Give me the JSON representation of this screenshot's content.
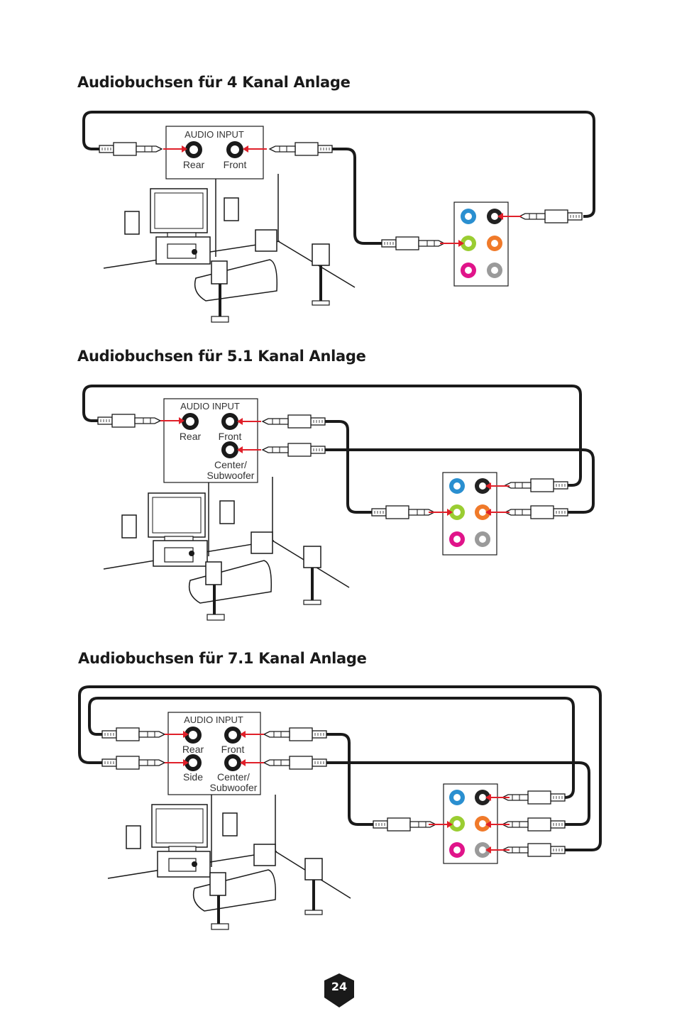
{
  "sections": [
    {
      "title": "Audiobuchsen für 4 Kanal Anlage"
    },
    {
      "title": "Audiobuchsen für 5.1 Kanal Anlage"
    },
    {
      "title": "Audiobuchsen für 7.1 Kanal Anlage"
    }
  ],
  "labels": {
    "audio_input": "AUDIO INPUT",
    "rear": "Rear",
    "front": "Front",
    "side": "Side",
    "center": "Center/",
    "subwoofer": "Subwoofer"
  },
  "page_number": "24",
  "colors": {
    "cable": "#1a1a1a",
    "arrow": "#e0202a",
    "jack_blue": "#2a8fd0",
    "jack_black": "#222222",
    "jack_green": "#9acd32",
    "jack_orange": "#f07a2a",
    "jack_pink": "#e0148a",
    "jack_gray": "#9a9a9a",
    "badge": "#1a1a1a"
  },
  "icons": [
    "audio-jack-icon",
    "audio-plug-icon",
    "tv-icon",
    "speaker-icon",
    "sofa-icon",
    "receiver-icon",
    "page-badge-icon"
  ]
}
